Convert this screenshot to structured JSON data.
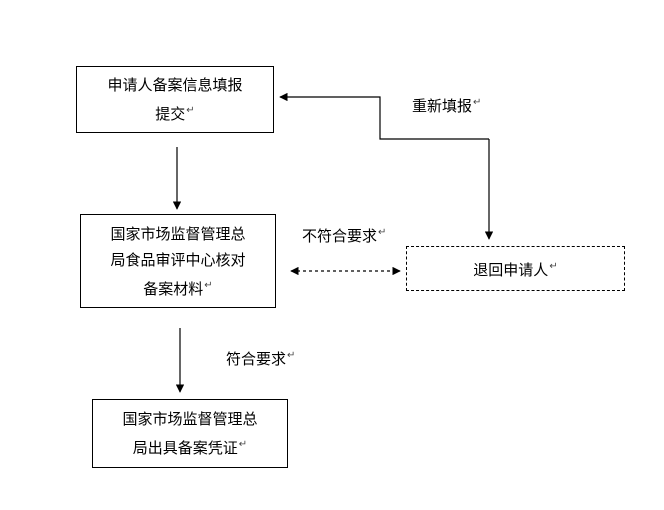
{
  "nodes": {
    "submit": {
      "line1": "申请人备案信息填报",
      "line2": "提交"
    },
    "review": {
      "line1": "国家市场监督管理总",
      "line2": "局食品审评中心核对",
      "line3": "备案材料"
    },
    "issue": {
      "line1": "国家市场监督管理总",
      "line2": "局出具备案凭证"
    },
    "return": {
      "line1": "退回申请人"
    }
  },
  "edge_labels": {
    "refill": "重新填报",
    "not_meet": "不符合要求",
    "meet": "符合要求"
  },
  "para_mark": "↵",
  "colors": {
    "stroke": "#000000",
    "background": "#ffffff"
  }
}
